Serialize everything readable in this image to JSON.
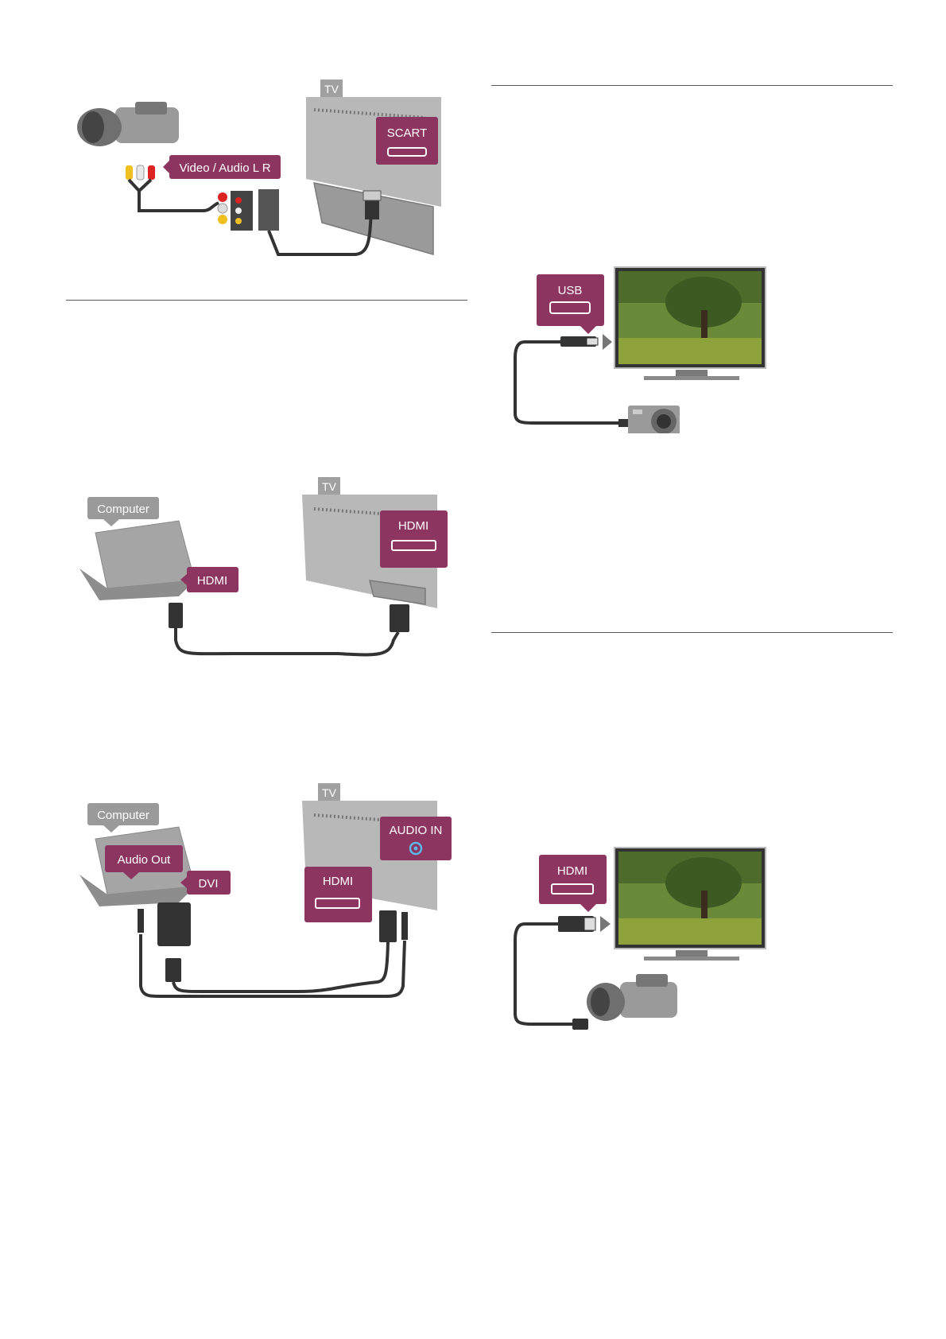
{
  "figures": {
    "scart": {
      "tv_label": "TV",
      "port_label": "SCART",
      "cable_label": "Video / Audio L R"
    },
    "computer_hdmi": {
      "tv_label": "TV",
      "device_label": "Computer",
      "device_port_label": "HDMI",
      "tv_port_label": "HDMI"
    },
    "computer_dvi": {
      "tv_label": "TV",
      "device_label": "Computer",
      "audio_out_label": "Audio Out",
      "dvi_label": "DVI",
      "tv_hdmi_label": "HDMI",
      "tv_audio_label": "AUDIO IN"
    },
    "usb_camera": {
      "port_label": "USB"
    },
    "hdmi_camcorder": {
      "port_label": "HDMI"
    }
  },
  "colors": {
    "tag": "#8c3560",
    "rule": "#5a5a5a",
    "cable": "#333333",
    "tv_body": "#b8b8b8"
  }
}
